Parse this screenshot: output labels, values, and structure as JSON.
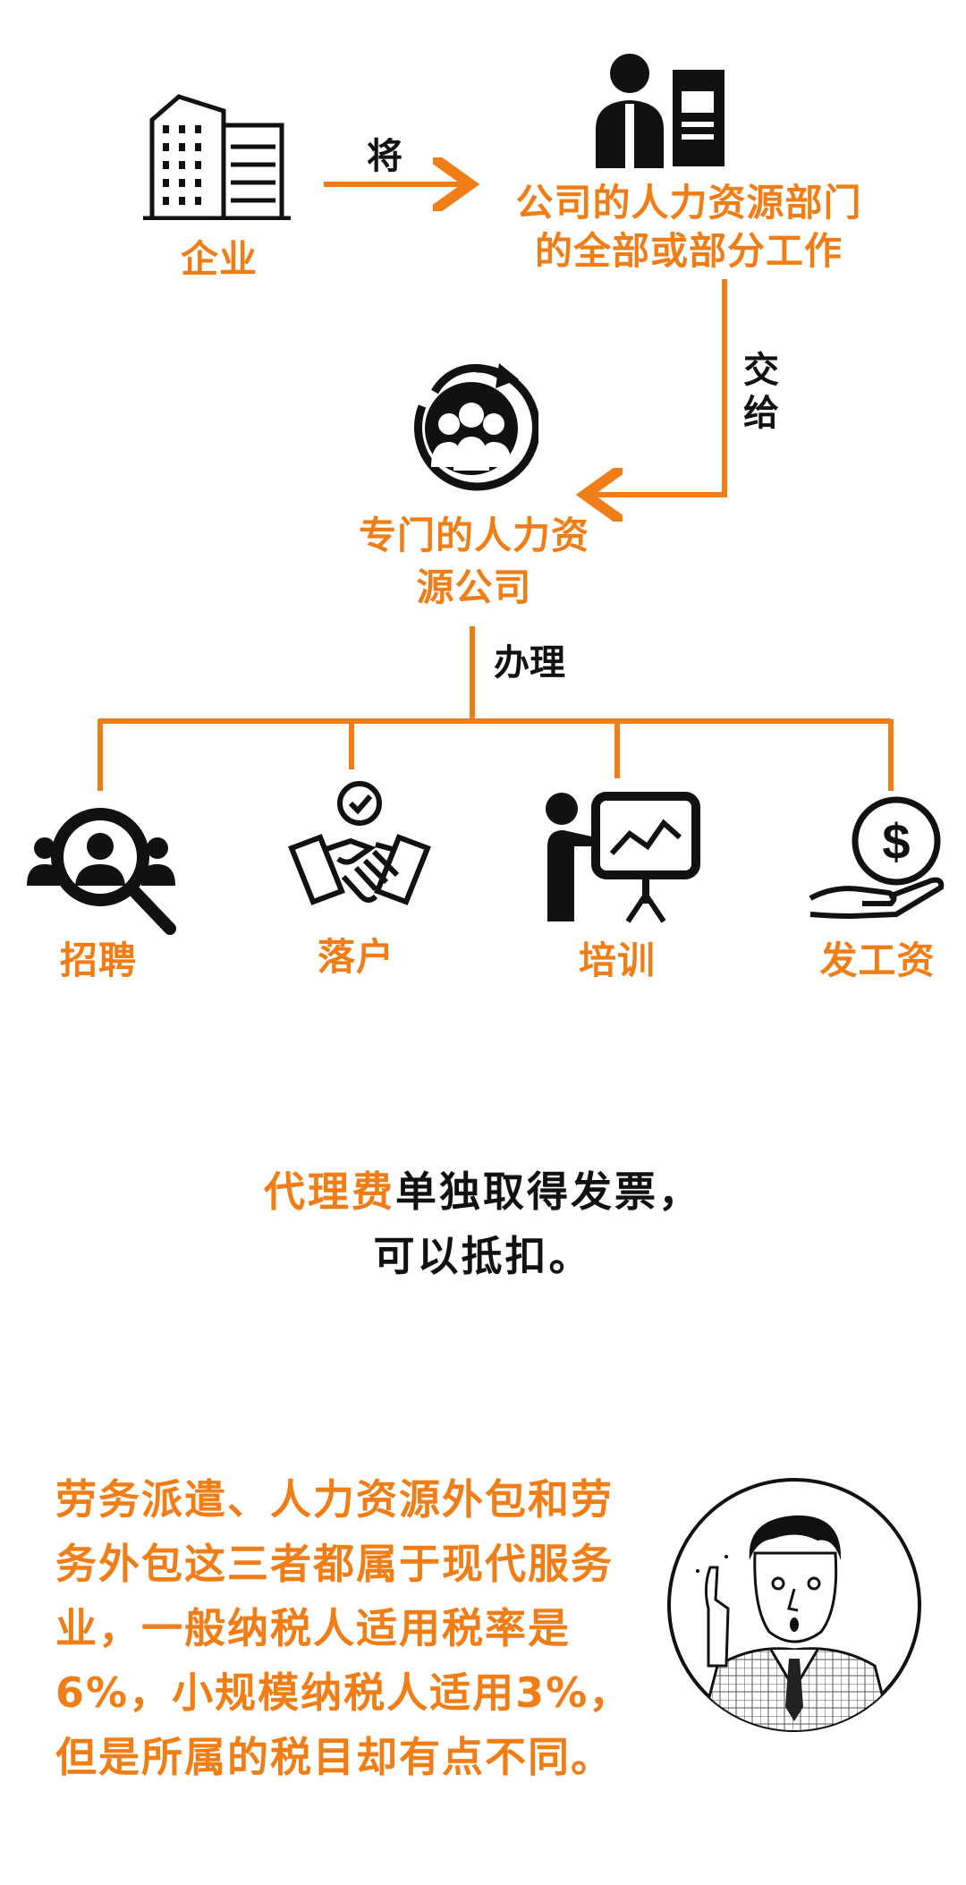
{
  "nodes": {
    "enterprise": "企业",
    "hr_department": [
      "公司的人力资源部门",
      "的全部或部分工作"
    ],
    "hr_company": [
      "专门的人力资",
      "源公司"
    ]
  },
  "edges": {
    "transfer": "将",
    "hand_over": [
      "交",
      "给"
    ],
    "handle": "办理"
  },
  "services": [
    {
      "label": "招聘",
      "icon": "magnifier-people-icon"
    },
    {
      "label": "落户",
      "icon": "handshake-check-icon"
    },
    {
      "label": "培训",
      "icon": "presentation-board-icon"
    },
    {
      "label": "发工资",
      "icon": "hand-dollar-coin-icon"
    }
  ],
  "note": {
    "highlight": "代理费",
    "rest_line1": "单独取得发票，",
    "line2": "可以抵扣。"
  },
  "paragraph": [
    "劳务派遣、人力资源外包和劳",
    "务外包这三者都属于现代服务",
    "业，一般纳税人适用税率是",
    "6%，小规模纳税人适用3%，",
    "但是所属的税目却有点不同。"
  ],
  "colors": {
    "accent": "#f07d16",
    "text": "#111111",
    "background": "#ffffff"
  }
}
